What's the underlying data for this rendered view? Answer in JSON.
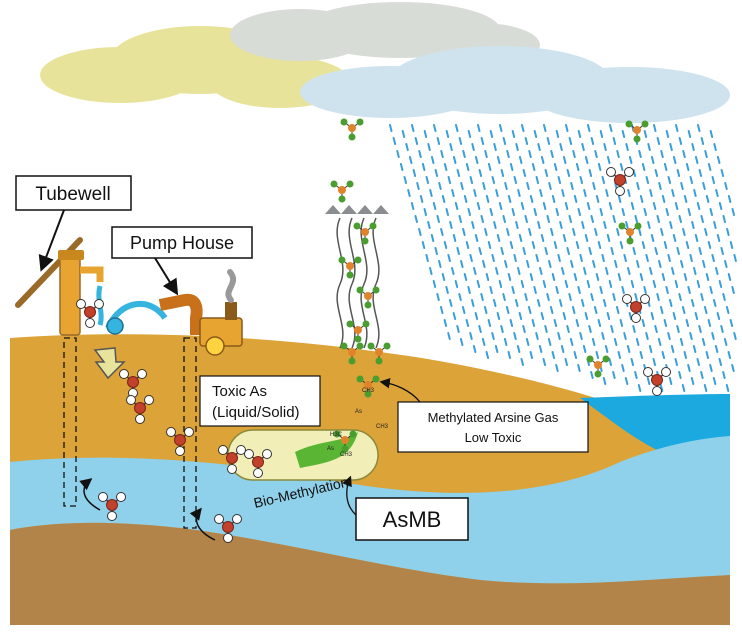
{
  "labels": {
    "tubewell": "Tubewell",
    "pump_house": "Pump House",
    "toxic_as_line1": "Toxic As",
    "toxic_as_line2": "(Liquid/Solid)",
    "methylated_line1": "Methylated Arsine Gas",
    "methylated_line2": "Low Toxic",
    "bio_methylation": "Bio-Methylation",
    "asmb": "AsMB",
    "atom_as": "As",
    "atom_ch3": "CH3",
    "atom_h3c": "H3C"
  },
  "colors": {
    "sky": "#ffffff",
    "cloud_yellow": "#e8e39a",
    "cloud_grey": "#d8dcd6",
    "cloud_blue": "#cfe3ee",
    "rain": "#3a9fd8",
    "soil_top": "#dca338",
    "soil_bottom": "#b2844a",
    "aquifer": "#8fd0ea",
    "sea": "#1ba9e0",
    "pump_orange": "#c8701a",
    "tubewell_orange": "#e7a431",
    "pipe_blue": "#36b4e0",
    "bacteria_fill": "#f1efb7",
    "bacteria_green": "#5bb534",
    "arsenic_red": "#c2412b",
    "methyl_green": "#4a9d2f"
  }
}
